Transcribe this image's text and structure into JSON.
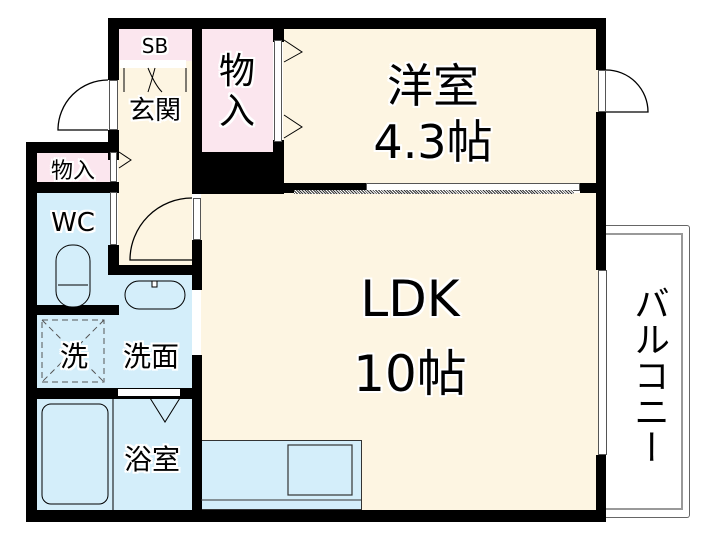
{
  "floorplan": {
    "rooms": {
      "western_room": {
        "name": "洋室",
        "size": "4.3帖"
      },
      "ldk": {
        "name": "LDK",
        "size": "10帖"
      },
      "storage_top": {
        "name_line1": "物",
        "name_line2": "入"
      },
      "storage_small": {
        "name": "物入"
      },
      "shoebox": {
        "name": "SB"
      },
      "entrance": {
        "name": "玄関"
      },
      "toilet": {
        "name": "WC"
      },
      "washer": {
        "name": "洗"
      },
      "washroom": {
        "name": "洗面"
      },
      "bathroom": {
        "name": "浴室"
      },
      "balcony": {
        "name": "バルコニー"
      }
    },
    "colors": {
      "living": "#fdf5e2",
      "storage": "#fbe6ee",
      "wet_area": "#d4eefa",
      "wall": "#000000"
    }
  }
}
